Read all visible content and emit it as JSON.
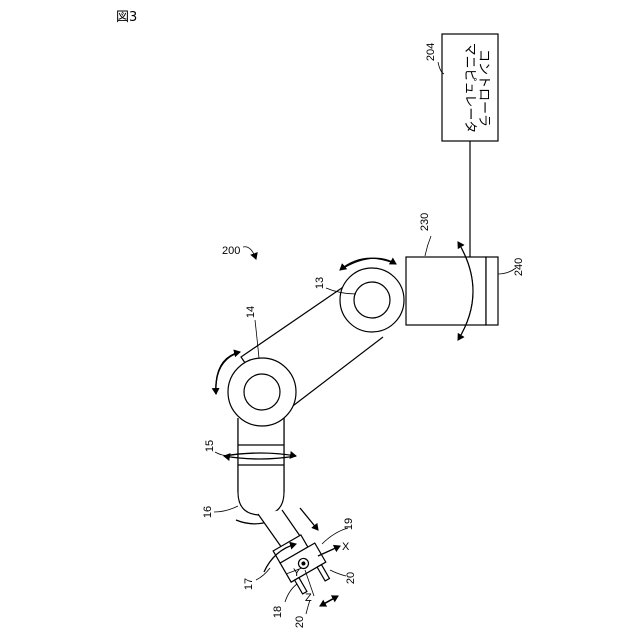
{
  "figure": {
    "title": "図3"
  },
  "labels": {
    "robot": "200",
    "controller_ref": "204",
    "controller_line1": "マニピュレータ",
    "controller_line2": "コントローラ",
    "base": "230",
    "base_ring": "240",
    "joint13": "13",
    "joint14": "14",
    "joint15": "15",
    "joint16": "16",
    "joint17": "17",
    "part18": "18",
    "part19": "19",
    "part20a": "20",
    "part20b": "20",
    "axis_x": "X",
    "axis_y": "Y",
    "axis_z": "Z"
  }
}
